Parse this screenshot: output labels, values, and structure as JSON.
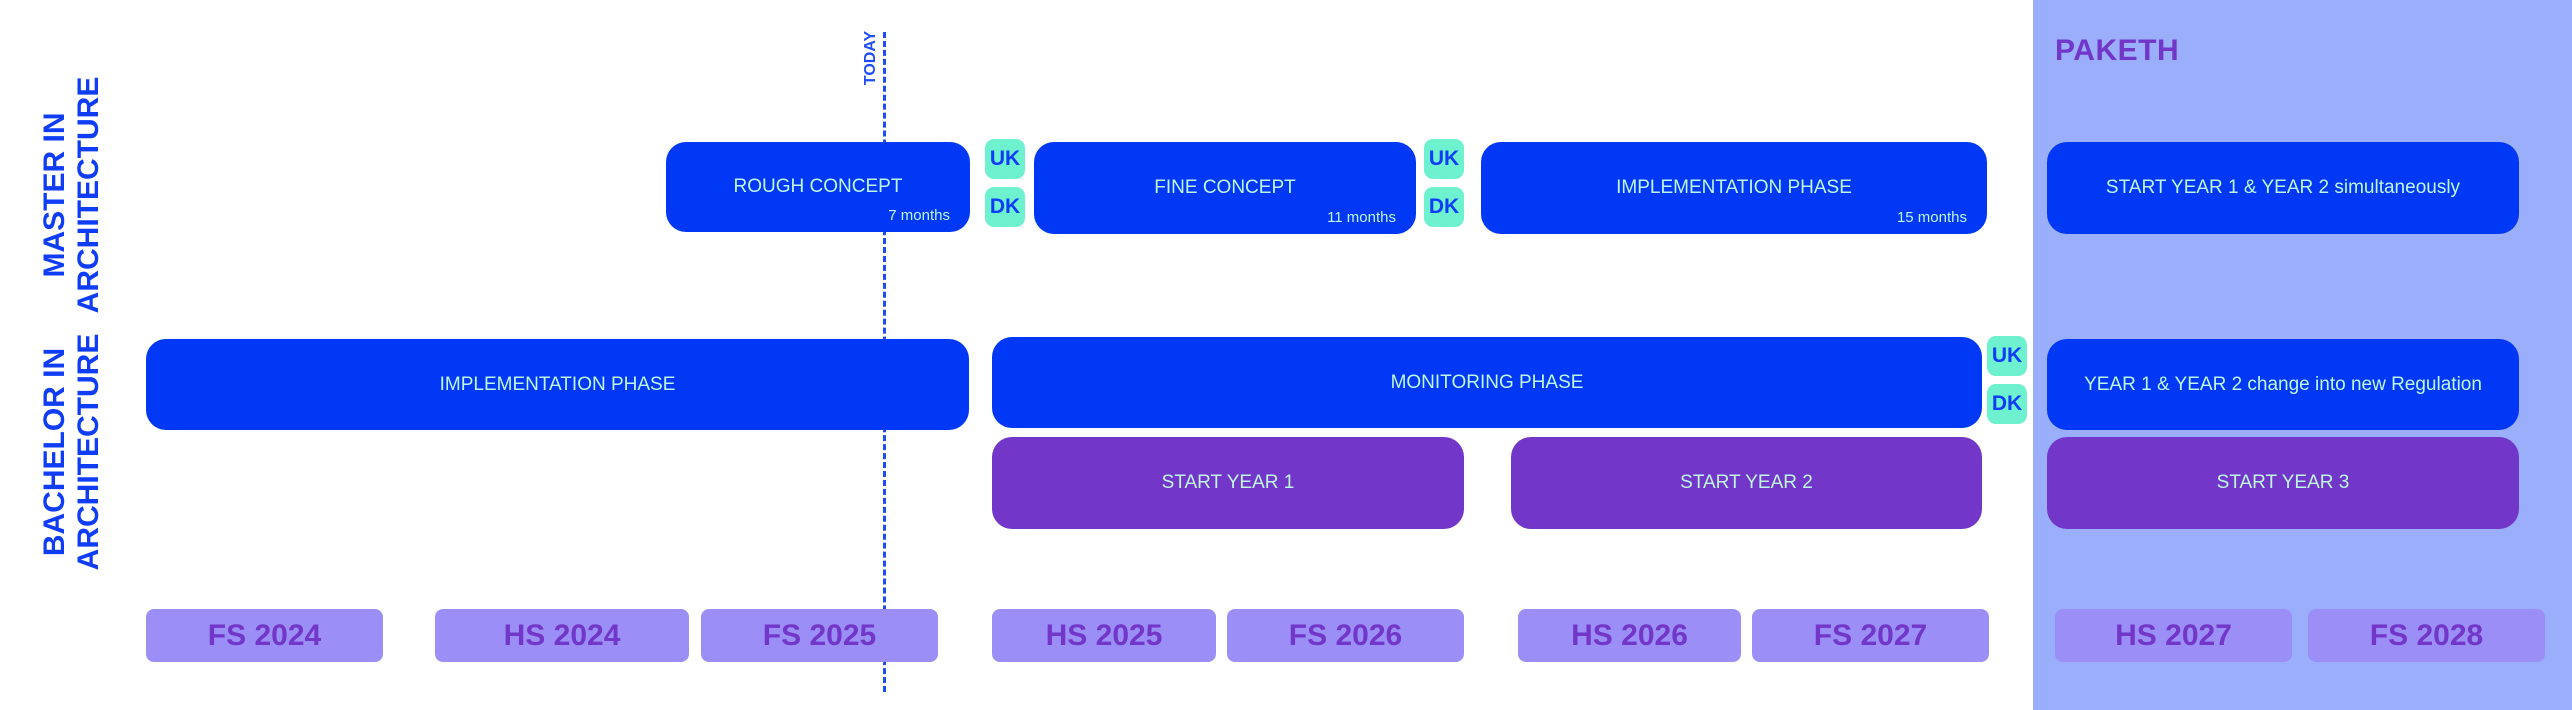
{
  "panel": {
    "title": "PAKETH"
  },
  "rows": {
    "master": "MASTER IN\nARCHITECTURE",
    "bachelor": "BACHELOR IN\nARCHITECTURE"
  },
  "today": "TODAY",
  "master_bars": [
    {
      "label": "ROUGH CONCEPT",
      "duration": "7 months"
    },
    {
      "label": "FINE CONCEPT",
      "duration": "11 months"
    },
    {
      "label": "IMPLEMENTATION PHASE",
      "duration": "15 months"
    },
    {
      "label": "START YEAR 1 & YEAR 2 simultaneously"
    }
  ],
  "bachelor_bars": [
    {
      "label": "IMPLEMENTATION PHASE"
    },
    {
      "label": "MONITORING PHASE"
    },
    {
      "label": "YEAR 1 & YEAR 2 change into new Regulation"
    }
  ],
  "start_bars": [
    {
      "label": "START YEAR 1"
    },
    {
      "label": "START YEAR 2"
    },
    {
      "label": "START YEAR 3"
    }
  ],
  "chips": {
    "uk": "UK",
    "dk": "DK"
  },
  "semesters": [
    "FS 2024",
    "HS 2024",
    "FS 2025",
    "HS 2025",
    "FS 2026",
    "HS 2026",
    "FS 2027",
    "HS 2027",
    "FS 2028"
  ],
  "colors": {
    "blue": "#0138f5",
    "purple": "#7236c8",
    "mint": "#6ef1cf",
    "panel": "#9aaefc",
    "semester": "#9b8ff7"
  }
}
